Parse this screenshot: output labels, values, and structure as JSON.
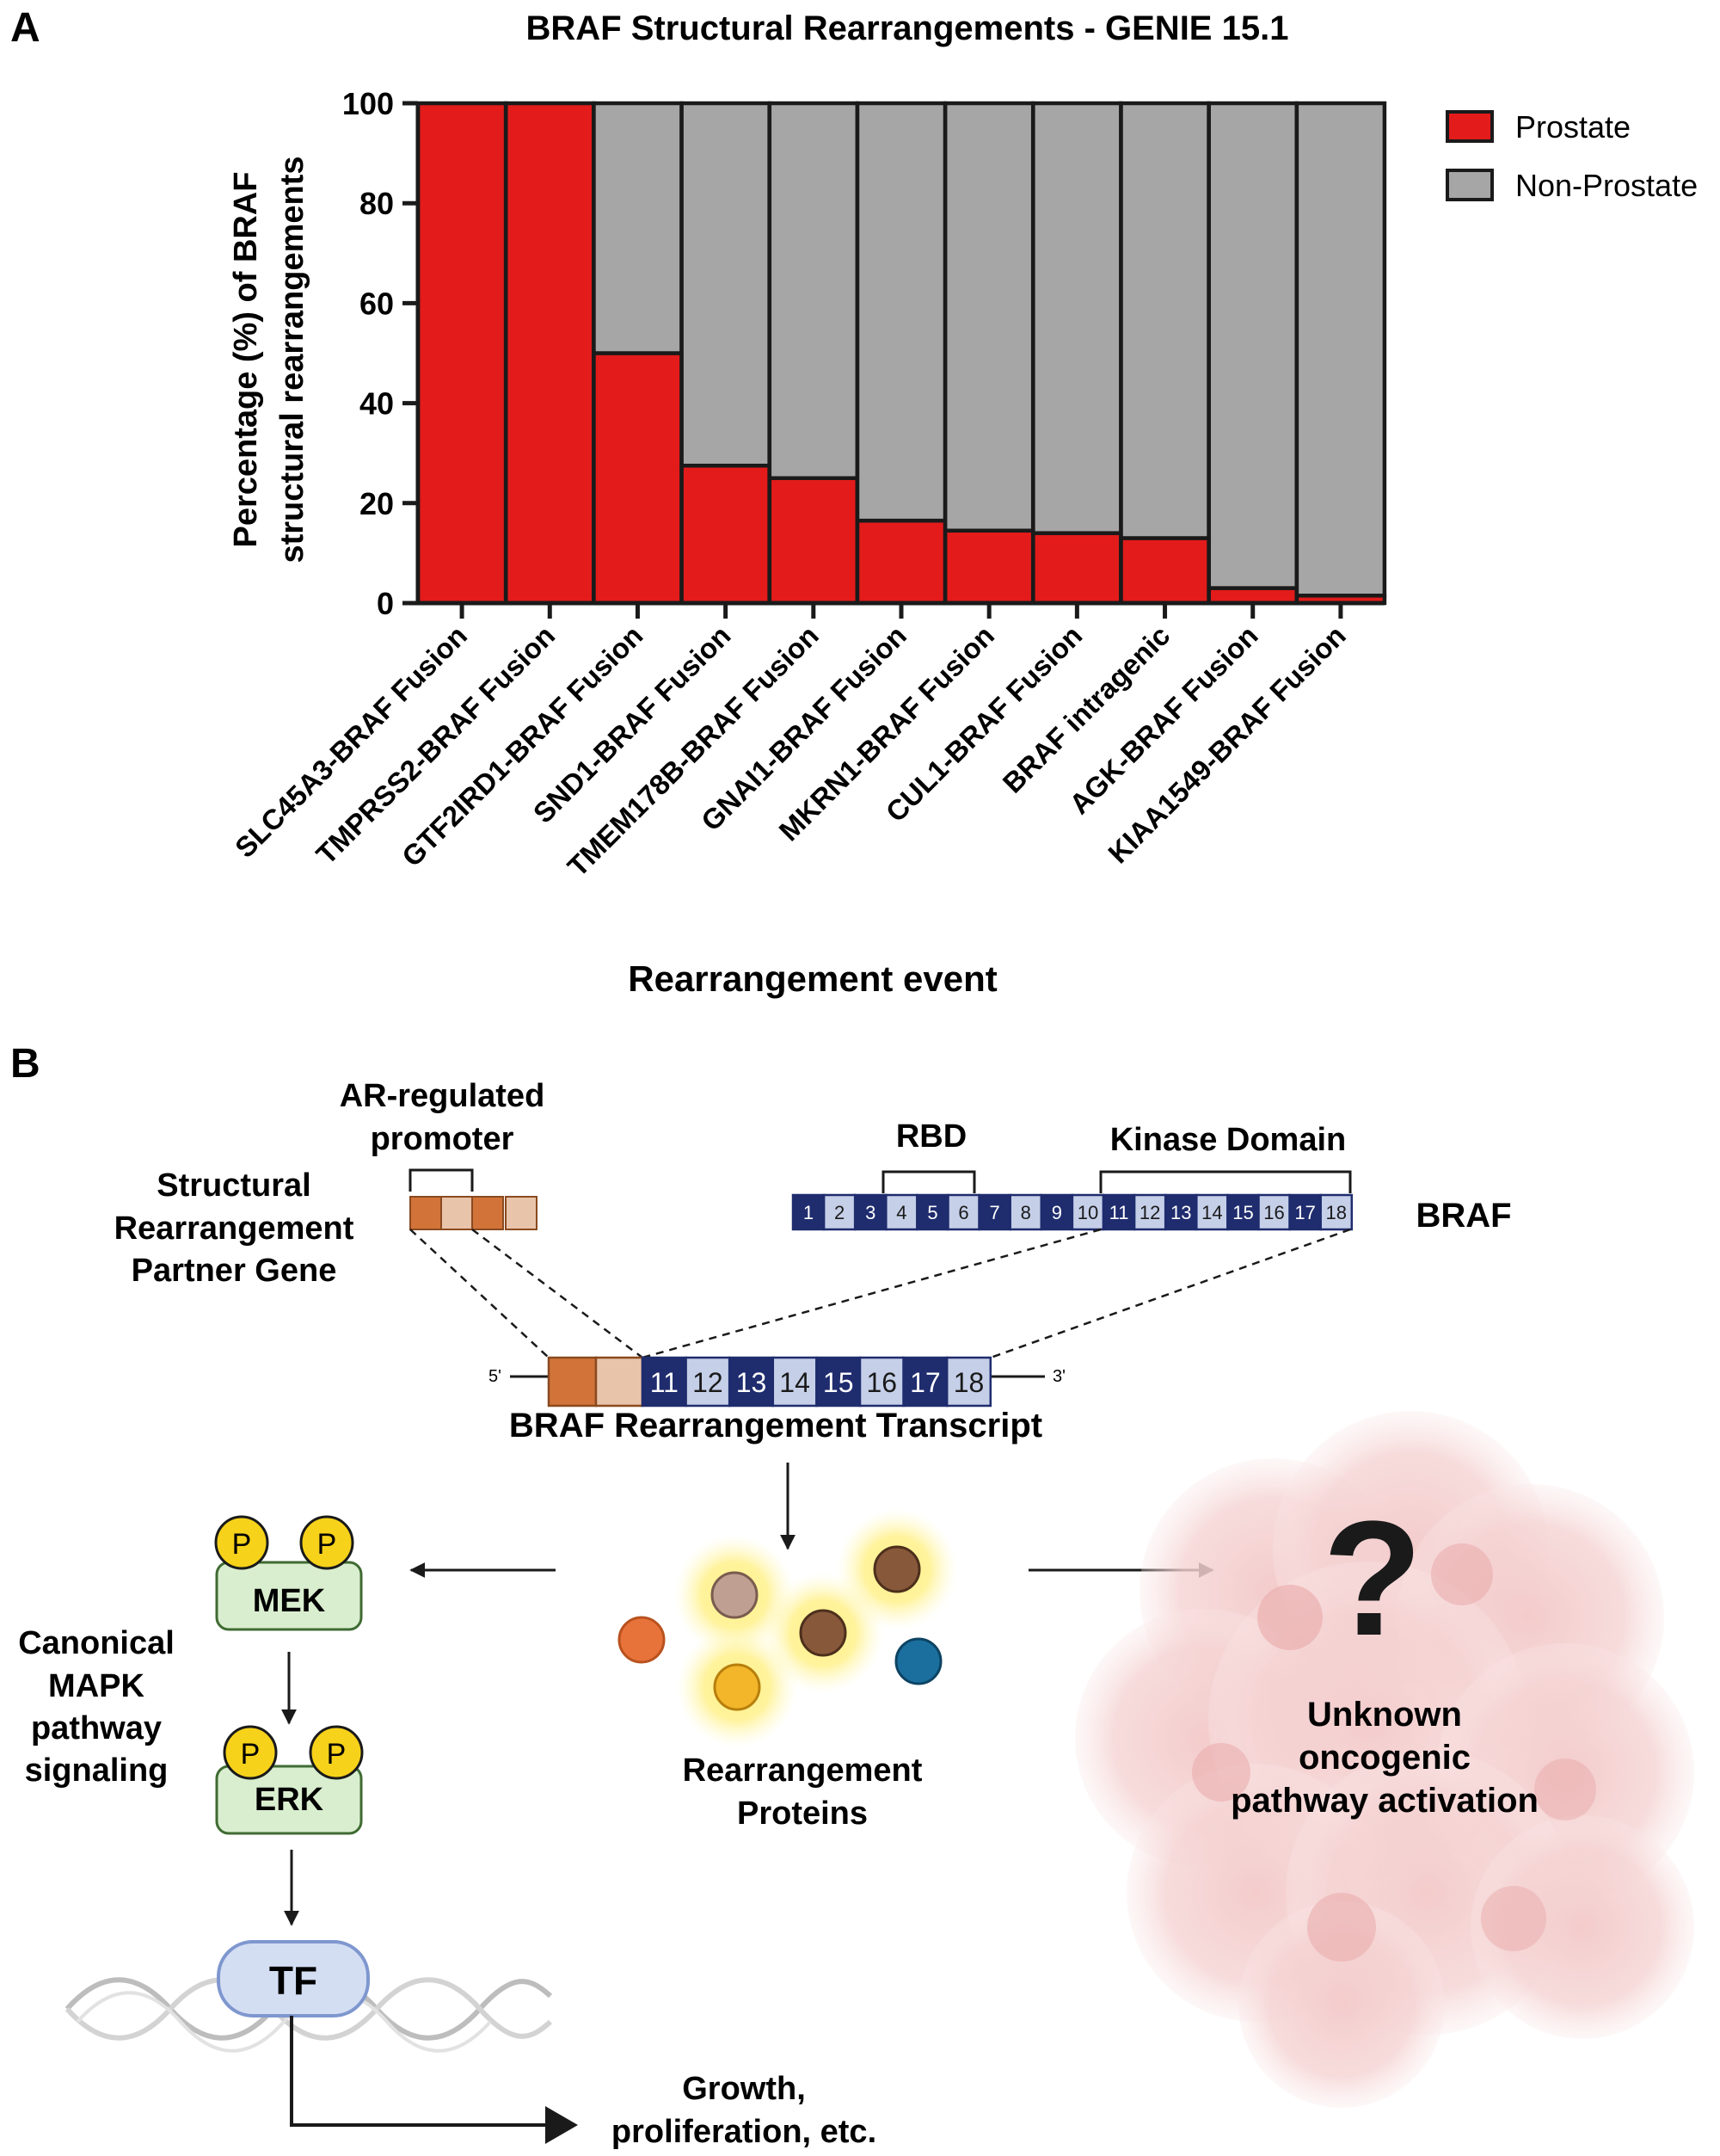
{
  "panel_a_label": "A",
  "panel_b_label": "B",
  "chart_data": {
    "type": "bar",
    "stacked": true,
    "title": "BRAF Structural Rearrangements - GENIE 15.1",
    "xlabel": "Rearrangement event",
    "ylabel_lines": [
      "Percentage (%) of BRAF",
      "structural rearrangements"
    ],
    "ylim": [
      0,
      100
    ],
    "yticks": [
      0,
      20,
      40,
      60,
      80,
      100
    ],
    "grid": false,
    "legend_position": "top-right",
    "categories": [
      "SLC45A3-BRAF Fusion",
      "TMPRSS2-BRAF Fusion",
      "GTF2IRD1-BRAF Fusion",
      "SND1-BRAF Fusion",
      "TMEM178B-BRAF Fusion",
      "GNAI1-BRAF Fusion",
      "MKRN1-BRAF Fusion",
      "CUL1-BRAF Fusion",
      "BRAF intragenic",
      "AGK-BRAF Fusion",
      "KIAA1549-BRAF Fusion"
    ],
    "series": [
      {
        "name": "Prostate",
        "color": "#e31b1b",
        "values": [
          100,
          100,
          50,
          27.5,
          25,
          16.5,
          14.5,
          14,
          13,
          3,
          1.5
        ]
      },
      {
        "name": "Non-Prostate",
        "color": "#a6a6a6",
        "values": [
          0,
          0,
          50,
          72.5,
          75,
          83.5,
          85.5,
          86,
          87,
          97,
          98.5
        ]
      }
    ]
  },
  "diagram": {
    "promoter_label_lines": [
      "AR-regulated",
      "promoter"
    ],
    "partner_gene_lines": [
      "Structural",
      "Rearrangement",
      "Partner Gene"
    ],
    "rbd_label": "RBD",
    "kinase_label": "Kinase Domain",
    "braf_label": "BRAF",
    "braf_exons": [
      "1",
      "2",
      "3",
      "4",
      "5",
      "6",
      "7",
      "8",
      "9",
      "10",
      "11",
      "12",
      "13",
      "14",
      "15",
      "16",
      "17",
      "18"
    ],
    "transcript_exons": [
      "11",
      "12",
      "13",
      "14",
      "15",
      "16",
      "17",
      "18"
    ],
    "five_prime": "5'",
    "three_prime": "3'",
    "transcript_label": "BRAF Rearrangement Transcript",
    "phospho": "P",
    "mek": "MEK",
    "erk": "ERK",
    "tf": "TF",
    "canonical_lines": [
      "Canonical",
      "MAPK",
      "pathway",
      "signaling"
    ],
    "proteins_lines": [
      "Rearrangement",
      "Proteins"
    ],
    "unknown_lines": [
      "Unknown",
      "oncogenic",
      "pathway activation"
    ],
    "question_mark": "?",
    "growth_lines": [
      "Growth,",
      "proliferation, etc."
    ],
    "colors": {
      "navy": "#1f2c6e",
      "pale_blue": "#c5cfe8",
      "orange_dark": "#d2743a",
      "orange_light": "#e8c4ab",
      "mapk_fill": "#d9eecf",
      "mapk_stroke": "#3f6b32",
      "phospho_fill": "#f7d21a",
      "tf_fill": "#d3def3",
      "tf_stroke": "#7f97cf",
      "cell_pink": "#f2c7c7"
    }
  }
}
